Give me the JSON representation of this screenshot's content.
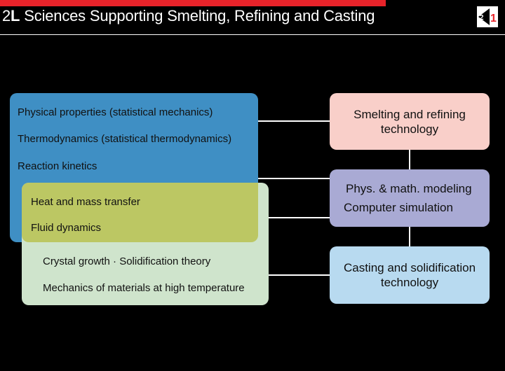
{
  "header": {
    "number": "2",
    "letter": "L",
    "title": "Sciences Supporting Smelting, Refining and Casting",
    "logo_icon": "cube-21-logo-icon",
    "accent_color": "#e8232a"
  },
  "left_groups": {
    "blue_items": [
      "Physical properties (statistical mechanics)",
      "Thermodynamics (statistical thermodynamics)",
      "Reaction kinetics"
    ],
    "overlap_items": [
      "Heat and mass transfer",
      "Fluid dynamics"
    ],
    "green_items": [
      "Crystal growth · Solidification theory",
      "Mechanics of materials at high temperature"
    ]
  },
  "right_boxes": {
    "smelting": {
      "line1": "Smelting and refining",
      "line2": "technology"
    },
    "modeling": {
      "line1": "Phys. & math. modeling",
      "line2": "Computer simulation"
    },
    "casting": {
      "line1": "Casting and solidification",
      "line2": "technology"
    }
  }
}
